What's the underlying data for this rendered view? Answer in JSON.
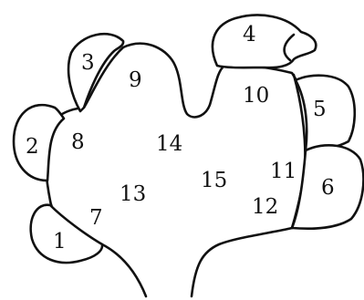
{
  "diagram": {
    "labels": {
      "l1": "1",
      "l2": "2",
      "l3": "3",
      "l4": "4",
      "l5": "5",
      "l6": "6",
      "l7": "7",
      "l8": "8",
      "l9": "9",
      "l10": "10",
      "l11": "11",
      "l12": "12",
      "l13": "13",
      "l14": "14",
      "l15": "15"
    },
    "colors": {
      "stroke": "#111111",
      "background": "#ffffff"
    }
  }
}
